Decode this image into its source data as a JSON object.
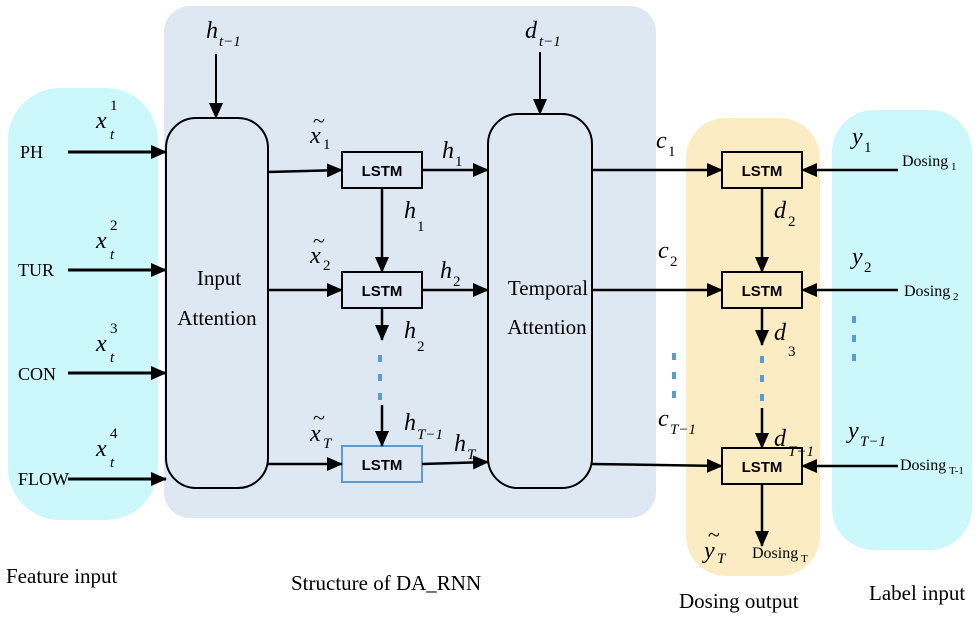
{
  "colors": {
    "feature_panel": "#cdf8fb",
    "label_panel": "#cdf8fb",
    "structure_panel": "#dde8f2",
    "output_panel": "#fbecc4",
    "dots": "#5b9bd5",
    "lstm_t_border": "#5b9bd5"
  },
  "features": [
    "PH",
    "TUR",
    "CON",
    "FLOW"
  ],
  "feature_vars": {
    "base": "x",
    "sub": "t",
    "sups": [
      "1",
      "2",
      "3",
      "4"
    ]
  },
  "blocks": {
    "input_attention": [
      "Input",
      "Attention"
    ],
    "temporal_attention": [
      "Temporal",
      "Attention"
    ],
    "lstm": "LSTM"
  },
  "encoder": {
    "top_input": {
      "base": "h",
      "sub": "t−1"
    },
    "inputs": [
      {
        "base": "x",
        "sub": "1",
        "tilde": "~"
      },
      {
        "base": "x",
        "sub": "2",
        "tilde": "~"
      },
      {
        "base": "x",
        "sub": "T",
        "tilde": "~"
      }
    ],
    "outputs": [
      {
        "base": "h",
        "sub": "1"
      },
      {
        "base": "h",
        "sub": "2"
      },
      {
        "base": "h",
        "sub": "T"
      }
    ],
    "between": [
      {
        "base": "h",
        "sub": "1"
      },
      {
        "base": "h",
        "sub": "2"
      },
      {
        "base": "h",
        "sub": "T−1"
      }
    ]
  },
  "decoder": {
    "top_input": {
      "base": "d",
      "sub": "t−1"
    },
    "contexts": [
      {
        "base": "c",
        "sub": "1"
      },
      {
        "base": "c",
        "sub": "2"
      },
      {
        "base": "c",
        "sub": "T−1"
      }
    ],
    "states": [
      {
        "base": "d",
        "sub": "2"
      },
      {
        "base": "d",
        "sub": "3"
      },
      {
        "base": "d",
        "sub": "T−1"
      }
    ],
    "output": {
      "base": "y",
      "sub": "T",
      "tilde": "~"
    },
    "output_text": {
      "base": "Dosing",
      "sub": "T"
    }
  },
  "labels": {
    "vars": [
      {
        "base": "y",
        "sub": "1"
      },
      {
        "base": "y",
        "sub": "2"
      },
      {
        "base": "y",
        "sub": "T−1"
      }
    ],
    "dosing": [
      {
        "base": "Dosing",
        "sub": "1"
      },
      {
        "base": "Dosing",
        "sub": "2"
      },
      {
        "base": "Dosing",
        "sub": "T-1"
      }
    ]
  },
  "captions": {
    "feature": "Feature input",
    "structure": "Structure of DA_RNN",
    "output": "Dosing output",
    "label": "Label input"
  }
}
